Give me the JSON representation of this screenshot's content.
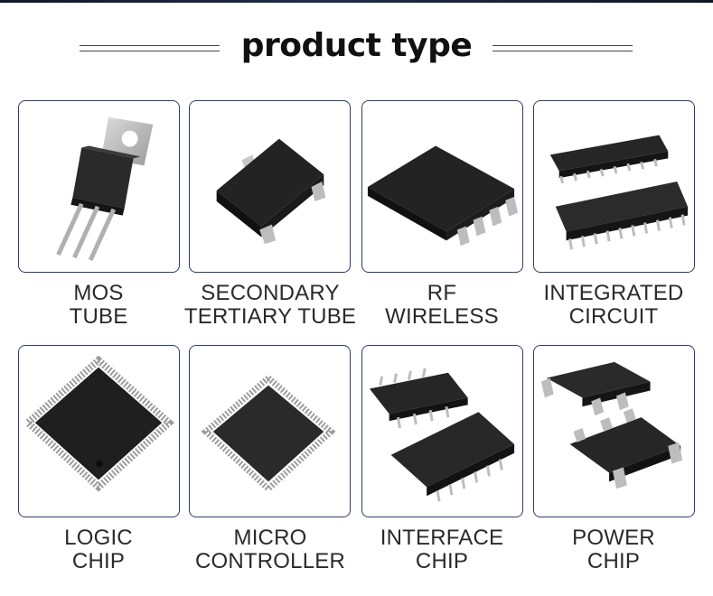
{
  "title": "product type",
  "products": [
    {
      "icon": "mos-tube-icon",
      "line1": "MOS",
      "line2": "TUBE"
    },
    {
      "icon": "sot23-transistor-icon",
      "line1": "SECONDARY",
      "line2": "TERTIARY TUBE"
    },
    {
      "icon": "soic8-chip-icon",
      "line1": "RF",
      "line2": "WIRELESS"
    },
    {
      "icon": "dual-ssop-chip-icon",
      "line1": "INTEGRATED",
      "line2": "CIRCUIT"
    },
    {
      "icon": "qfp-large-chip-icon",
      "line1": "LOGIC",
      "line2": "CHIP"
    },
    {
      "icon": "qfp-microcontroller-icon",
      "line1": "MICRO",
      "line2": "CONTROLLER"
    },
    {
      "icon": "dual-soic-chip-icon",
      "line1": "INTERFACE",
      "line2": "CHIP"
    },
    {
      "icon": "sot-power-chip-icon",
      "line1": "POWER",
      "line2": "CHIP"
    }
  ]
}
